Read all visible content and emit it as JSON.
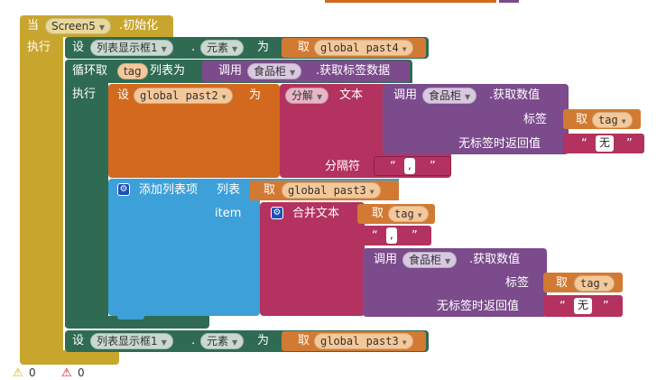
{
  "colors": {
    "event": "#c8a62e",
    "dark_green": "#2f6b53",
    "proc_purple": "#7b4b8c",
    "pink": "#b3325f",
    "orange": "#d2691e",
    "list_blue": "#3ea0d8",
    "var_orange": "#d27a33"
  },
  "event": {
    "when": "当",
    "component": "Screen5",
    "init": ".初始化",
    "do": "执行"
  },
  "set1": {
    "set": "设",
    "component": "列表显示框1",
    "dot": ".",
    "prop": "元素",
    "to": "为",
    "get": "取",
    "var": "global past4"
  },
  "loop": {
    "foreach": "循环取",
    "item": "tag",
    "in": "列表为",
    "call": "调用",
    "component": "食品柜",
    "method": ".获取标签数据",
    "do": "执行"
  },
  "set2": {
    "set": "设",
    "var": "global past2",
    "to": "为"
  },
  "split": {
    "op": "分解",
    "text": "文本",
    "sep_label": "分隔符",
    "sep_val": ","
  },
  "call_get1": {
    "call": "调用",
    "component": "食品柜",
    "method": ".获取数值",
    "tag_label": "标签",
    "get": "取",
    "tag_var": "tag",
    "default_label": "无标签时返回值",
    "default_val": "无"
  },
  "add": {
    "label": "添加列表项",
    "list_label": "列表",
    "get": "取",
    "var": "global past3",
    "item_label": "item"
  },
  "join": {
    "label": "合并文本",
    "get": "取",
    "var": "tag",
    "sep_val": ","
  },
  "call_get2": {
    "call": "调用",
    "component": "食品柜",
    "method": ".获取数值",
    "tag_label": "标签",
    "get": "取",
    "tag_var": "tag",
    "default_label": "无标签时返回值",
    "default_val": "无"
  },
  "set3": {
    "set": "设",
    "component": "列表显示框1",
    "dot": ".",
    "prop": "元素",
    "to": "为",
    "get": "取",
    "var": "global past3"
  },
  "status": {
    "warnings": "0",
    "errors": "0"
  }
}
